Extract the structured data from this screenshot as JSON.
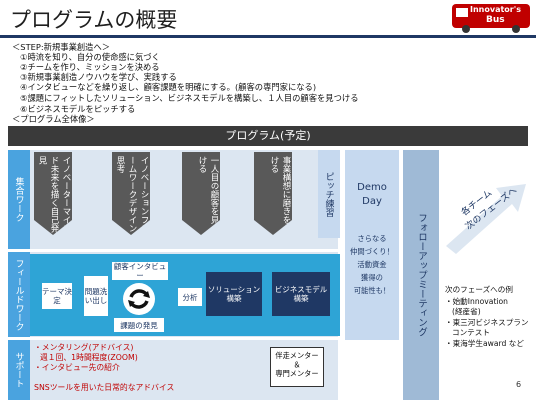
{
  "title": "プログラムの概要",
  "logo": {
    "line1": "Innovator's",
    "line2": "Bus"
  },
  "steps": {
    "heading": "＜STEP:新規事業創造へ＞",
    "items": [
      "①時流を知り、自分の使命感に気づく",
      "②チームを作り、ミッションを決める",
      "③新規事業創造ノウハウを学び、実践する",
      "④インタビューなどを繰り返し、顧客課題を明確にする。(顧客の専門家になる)",
      "⑤課題にフィットしたソリューション、ビジネスモデルを構築し、１人目の顧客を見つける",
      "⑥ビジネスモデルをピッチする"
    ],
    "overview": "＜プログラム全体像＞"
  },
  "program_header": "プログラム(予定)",
  "categories": {
    "group": "集合ワーク",
    "field": "フィールドワーク",
    "support": "サポート"
  },
  "group_arrows": [
    "イノベーターマインド未来を描く自己発見",
    "イノベーションフレームワークデザイン思考",
    "一人目の顧客を見つける",
    "事業構想に磨きをかける"
  ],
  "pitch": "ピッチ練習",
  "demo": {
    "title1": "Demo",
    "title2": "Day",
    "desc": [
      "さらなる",
      "仲間づくり！",
      "活動資金",
      "獲得の",
      "可能性も！"
    ]
  },
  "follow": "フォローアップミーティング",
  "field": {
    "theme": "テーマ決定",
    "problem": "問題洗い出し",
    "interview": "顧客インタビュー",
    "discovery": "課題の発見",
    "analysis": "分析",
    "solution": "ソリューション構築",
    "model": "ビジネスモデル構築"
  },
  "support": {
    "mentoring": "・メンタリング(アドバイス)",
    "mentoring_detail": "週１回、1時間程度(ZOOM)",
    "intro": "・インタビュー先の紹介",
    "sns": "SNSツールを用いた日常的なアドバイス",
    "mentor_box": [
      "伴走メンター",
      "＆",
      "専門メンター"
    ]
  },
  "next_phase_arrow": [
    "各チーム",
    "次のフェーズへ"
  ],
  "next_examples": {
    "heading": "次のフェーズへの例",
    "items": [
      "・始動Innovation",
      "(経産省)",
      "・東三河ビジネスプラン",
      "コンテスト",
      "・東海学生award など"
    ]
  },
  "page_number": "6",
  "colors": {
    "navy": "#1f3864",
    "sky": "#2ea4d6",
    "pale": "#dce6f1",
    "dark": "#595959"
  }
}
